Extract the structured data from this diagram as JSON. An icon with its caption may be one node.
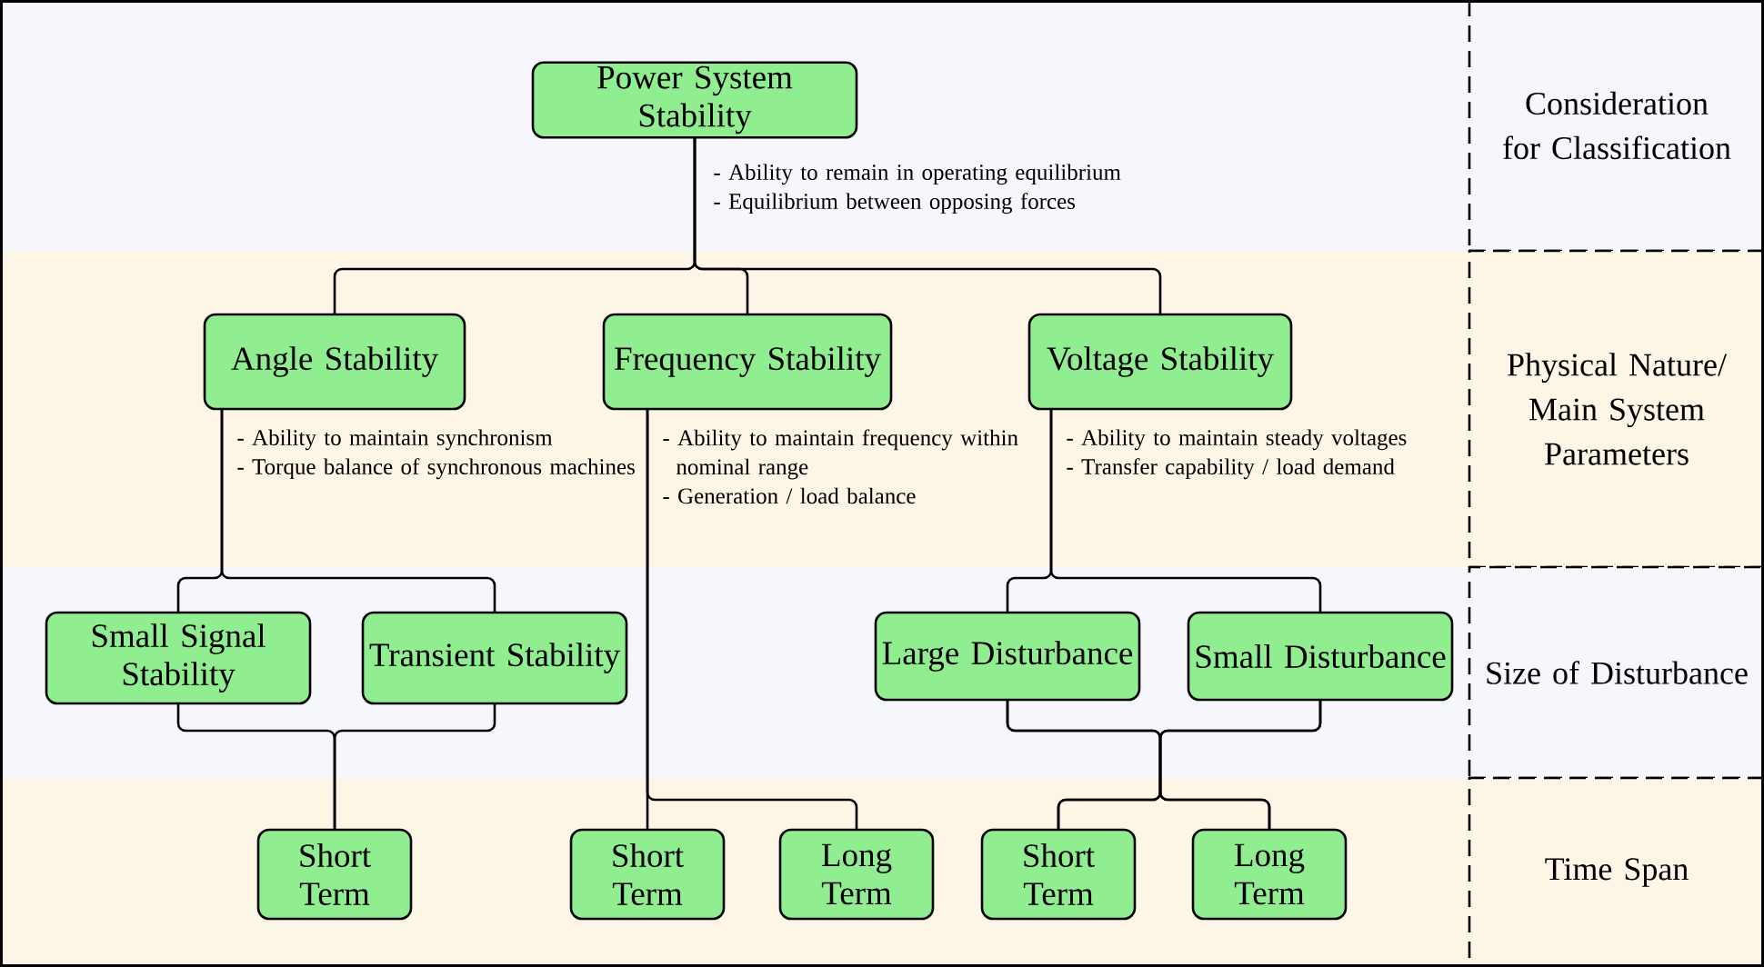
{
  "diagram": {
    "nodes": [
      {
        "text": [
          "Power System Stability"
        ],
        "beside": [
          "- Ability to remain in operating equilibrium",
          "- Equilibrium between opposing forces"
        ]
      },
      {
        "text": [
          "Angle Stability"
        ],
        "beside": [
          "- Ability to maintain synchronism",
          "- Torque balance of synchronous machines"
        ]
      },
      {
        "text": [
          "Frequency Stability"
        ],
        "beside": [
          "- Ability to maintain frequency within nominal range",
          "- Generation / load balance"
        ]
      },
      {
        "text": [
          "Voltage Stability"
        ],
        "beside": [
          "- Ability to maintain steady voltages",
          "- Transfer capability / load demand"
        ]
      },
      {
        "text": [
          "Small Signal Stability"
        ]
      },
      {
        "text": [
          "Transient Stability"
        ]
      },
      {
        "text": [
          "Large Disturbance"
        ]
      },
      {
        "text": [
          "Small Disturbance"
        ]
      },
      {
        "text": [
          "Short Term"
        ]
      },
      {
        "text": [
          "Short Term"
        ]
      },
      {
        "text": [
          "Long Term"
        ]
      },
      {
        "text": [
          "Short Term"
        ]
      },
      {
        "text": [
          "Long Term"
        ]
      },
      {
        "text": [
          "Consideration for Classification"
        ]
      },
      {
        "text": [
          "Physical Nature/ Main System Parameters"
        ]
      },
      {
        "text": [
          "Size of Disturbance"
        ]
      },
      {
        "text": [
          "Time Span"
        ]
      }
    ],
    "edges": [
      {
        "from": 0,
        "to": 1,
        "arrow": "none"
      },
      {
        "from": 0,
        "to": 2,
        "arrow": "none"
      },
      {
        "from": 0,
        "to": 3,
        "arrow": "none"
      },
      {
        "from": 1,
        "to": 4,
        "arrow": "none"
      },
      {
        "from": 1,
        "to": 5,
        "arrow": "none"
      },
      {
        "from": 4,
        "to": 8,
        "arrow": "none"
      },
      {
        "from": 5,
        "to": 8,
        "arrow": "none"
      },
      {
        "from": 2,
        "to": 9,
        "arrow": "none"
      },
      {
        "from": 2,
        "to": 10,
        "arrow": "none"
      },
      {
        "from": 3,
        "to": 6,
        "arrow": "none"
      },
      {
        "from": 3,
        "to": 7,
        "arrow": "none"
      },
      {
        "from": 6,
        "to": 11,
        "arrow": "none"
      },
      {
        "from": 6,
        "to": 12,
        "arrow": "none"
      },
      {
        "from": 7,
        "to": 11,
        "arrow": "none"
      },
      {
        "from": 7,
        "to": 12,
        "arrow": "none"
      }
    ]
  }
}
